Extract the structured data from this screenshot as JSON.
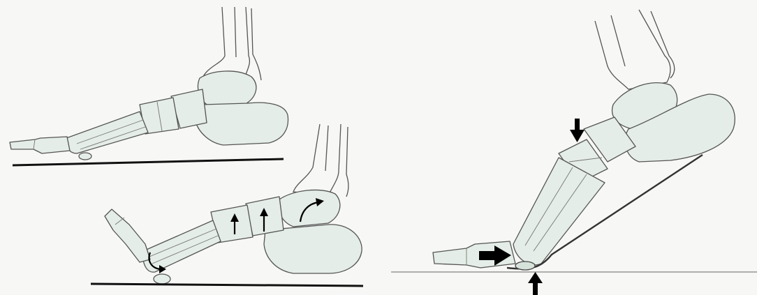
{
  "figure": {
    "panels": [
      {
        "id": "neutral-foot",
        "arrows": 0
      },
      {
        "id": "pronated-foot",
        "arrows": 4
      },
      {
        "id": "heel-raised-foot",
        "arrows": 3
      }
    ],
    "colors": {
      "bone_fill": "#e4ede7",
      "outline": "#555555",
      "arrow": "#000000",
      "background": "#f7f7f5"
    }
  }
}
